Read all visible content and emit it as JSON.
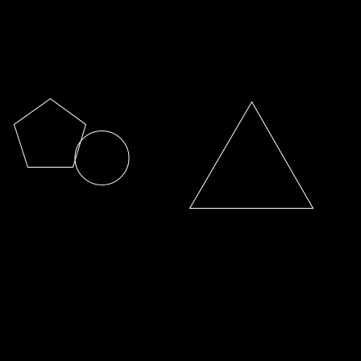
{
  "background_color": "#000000",
  "stroke_color": "#ffffff",
  "shapes": [
    {
      "kind": "pentagon",
      "filled": false
    },
    {
      "kind": "circle",
      "filled": false
    },
    {
      "kind": "triangle",
      "filled": false
    }
  ]
}
